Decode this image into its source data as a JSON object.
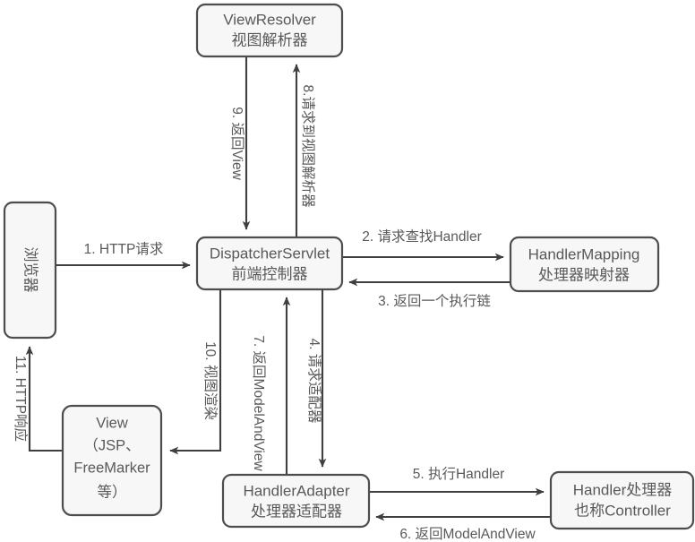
{
  "diagram": {
    "title": "Spring MVC DispatcherServlet Request Flow",
    "colors": {
      "box_fill": "#f7f7f7",
      "box_stroke": "#4d4d4d",
      "text": "#595959",
      "line": "#3f3f3f",
      "background": "#ffffff"
    },
    "nodes": [
      {
        "id": "view-resolver",
        "lines": [
          "ViewResolver",
          "视图解析器"
        ]
      },
      {
        "id": "browser",
        "lines": [
          "浏览器"
        ]
      },
      {
        "id": "dispatcher-servlet",
        "lines": [
          "DispatcherServlet",
          "前端控制器"
        ]
      },
      {
        "id": "handler-mapping",
        "lines": [
          "HandlerMapping",
          "处理器映射器"
        ]
      },
      {
        "id": "view",
        "lines": [
          "View",
          "（JSP、",
          "FreeMarker",
          "等）"
        ]
      },
      {
        "id": "handler-adapter",
        "lines": [
          "HandlerAdapter",
          "处理器适配器"
        ]
      },
      {
        "id": "handler",
        "lines": [
          "Handler处理器",
          "也称Controller"
        ]
      }
    ],
    "edges": [
      {
        "id": "edge-1",
        "label": "1. HTTP请求",
        "from": "browser",
        "to": "dispatcher-servlet"
      },
      {
        "id": "edge-2",
        "label": "2. 请求查找Handler",
        "from": "dispatcher-servlet",
        "to": "handler-mapping"
      },
      {
        "id": "edge-3",
        "label": "3. 返回一个执行链",
        "from": "handler-mapping",
        "to": "dispatcher-servlet"
      },
      {
        "id": "edge-4",
        "label": "4. 请求适配器",
        "from": "dispatcher-servlet",
        "to": "handler-adapter"
      },
      {
        "id": "edge-5",
        "label": "5. 执行Handler",
        "from": "handler-adapter",
        "to": "handler"
      },
      {
        "id": "edge-6",
        "label": "6. 返回ModelAndView",
        "from": "handler",
        "to": "handler-adapter"
      },
      {
        "id": "edge-7",
        "label": "7. 返回ModelAndView",
        "from": "handler-adapter",
        "to": "dispatcher-servlet"
      },
      {
        "id": "edge-8",
        "label": "8.请求到视图解析器",
        "from": "dispatcher-servlet",
        "to": "view-resolver"
      },
      {
        "id": "edge-9",
        "label": "9. 返回View",
        "from": "view-resolver",
        "to": "dispatcher-servlet"
      },
      {
        "id": "edge-10",
        "label": "10. 视图渲染",
        "from": "dispatcher-servlet",
        "to": "view"
      },
      {
        "id": "edge-11",
        "label": "11. HTTP响应",
        "from": "view",
        "to": "browser"
      }
    ]
  }
}
